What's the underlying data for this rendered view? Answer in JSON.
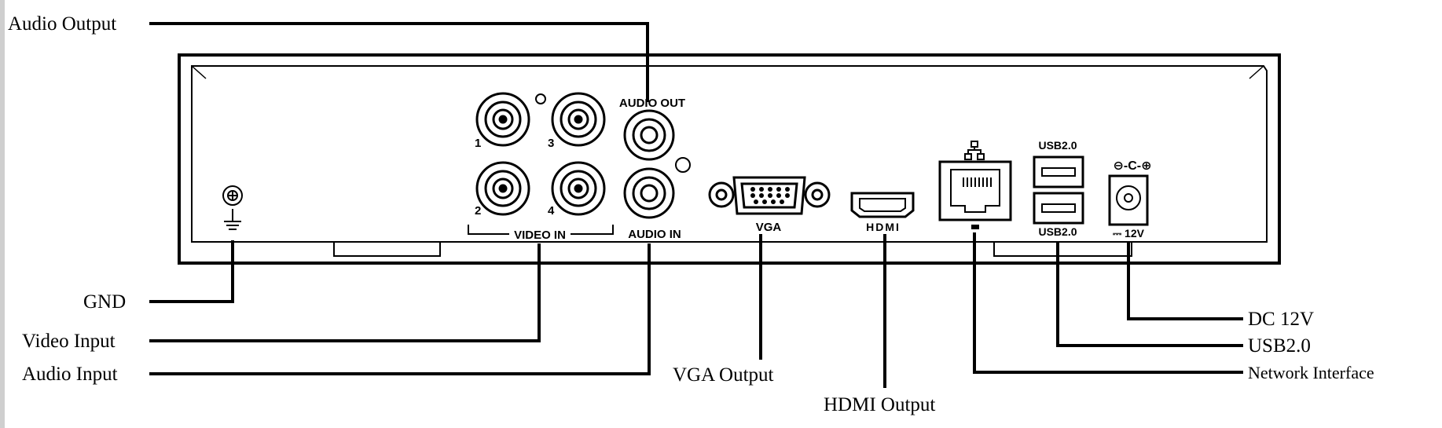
{
  "callouts": {
    "audio_output": "Audio Output",
    "gnd": "GND",
    "video_input": "Video Input",
    "audio_input": "Audio Input",
    "vga_output": "VGA Output",
    "hdmi_output": "HDMI Output",
    "dc_12v": "DC 12V",
    "usb": "USB2.0",
    "network_interface": "Network Interface"
  },
  "panel_labels": {
    "audio_out": "AUDIO OUT",
    "audio_in": "AUDIO IN",
    "video_in": "VIDEO IN",
    "vga": "VGA",
    "hdmi": "HDMI",
    "usb_top": "USB2.0",
    "usb_bottom": "USB2.0",
    "power": "⎓ 12V",
    "polarity": "⊖-C-⊕",
    "bnc_1": "1",
    "bnc_2": "2",
    "bnc_3": "3",
    "bnc_4": "4"
  },
  "colors": {
    "line": "#000000",
    "panel_fill": "#ffffff",
    "page_edge": "#cfcfcf"
  }
}
